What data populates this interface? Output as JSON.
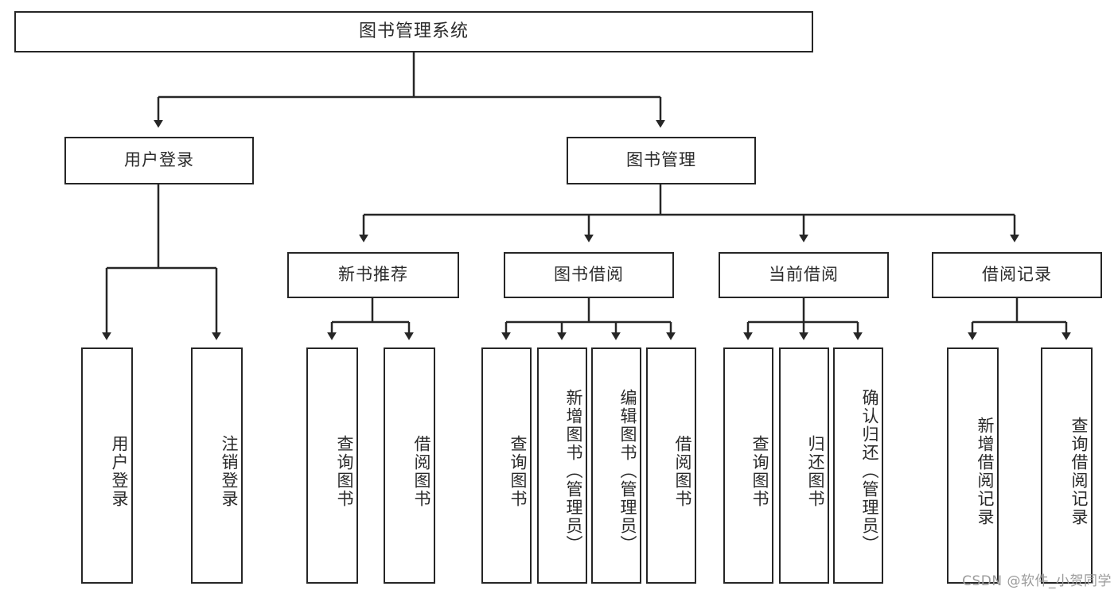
{
  "diagram": {
    "type": "tree",
    "title": "图书管理系统",
    "watermark": "CSDN @软件_小贺同学",
    "colors": {
      "box_border": "#262626",
      "box_fill": "#ffffff",
      "connector": "#262626",
      "text": "#2b2b2b",
      "watermark": "#9b9b9b",
      "background": "#ffffff"
    },
    "nodes": {
      "root": {
        "label": "图书管理系统",
        "level": 0,
        "orientation": "horizontal"
      },
      "n_user_login": {
        "label": "用户登录",
        "level": 1,
        "orientation": "horizontal"
      },
      "n_book_manage": {
        "label": "图书管理",
        "level": 1,
        "orientation": "horizontal"
      },
      "n_new_book_rec": {
        "label": "新书推荐",
        "level": 2,
        "orientation": "horizontal"
      },
      "n_book_borrow": {
        "label": "图书借阅",
        "level": 2,
        "orientation": "horizontal"
      },
      "n_current_borrow": {
        "label": "当前借阅",
        "level": 2,
        "orientation": "horizontal"
      },
      "n_borrow_record": {
        "label": "借阅记录",
        "level": 2,
        "orientation": "horizontal"
      },
      "leaf_user_login": {
        "label": "用户登录",
        "level": 3,
        "orientation": "vertical"
      },
      "leaf_logout": {
        "label": "注销登录",
        "level": 3,
        "orientation": "vertical"
      },
      "leaf_query_book_1": {
        "label": "查询图书",
        "level": 3,
        "orientation": "vertical"
      },
      "leaf_borrow_book_1": {
        "label": "借阅图书",
        "level": 3,
        "orientation": "vertical"
      },
      "leaf_query_book_2": {
        "label": "查询图书",
        "level": 3,
        "orientation": "vertical"
      },
      "leaf_add_book": {
        "label": "新增图书（管理员）",
        "level": 3,
        "orientation": "vertical"
      },
      "leaf_edit_book": {
        "label": "编辑图书（管理员）",
        "level": 3,
        "orientation": "vertical"
      },
      "leaf_borrow_book_2": {
        "label": "借阅图书",
        "level": 3,
        "orientation": "vertical"
      },
      "leaf_query_book_3": {
        "label": "查询图书",
        "level": 3,
        "orientation": "vertical"
      },
      "leaf_return_book": {
        "label": "归还图书",
        "level": 3,
        "orientation": "vertical"
      },
      "leaf_confirm_return": {
        "label": "确认归还（管理员）",
        "level": 3,
        "orientation": "vertical"
      },
      "leaf_add_record": {
        "label": "新增借阅记录",
        "level": 3,
        "orientation": "vertical"
      },
      "leaf_query_record": {
        "label": "查询借阅记录",
        "level": 3,
        "orientation": "vertical"
      }
    },
    "edges": [
      {
        "from": "root",
        "to": "n_user_login"
      },
      {
        "from": "root",
        "to": "n_book_manage"
      },
      {
        "from": "n_user_login",
        "to": "leaf_user_login"
      },
      {
        "from": "n_user_login",
        "to": "leaf_logout"
      },
      {
        "from": "n_book_manage",
        "to": "n_new_book_rec"
      },
      {
        "from": "n_book_manage",
        "to": "n_book_borrow"
      },
      {
        "from": "n_book_manage",
        "to": "n_current_borrow"
      },
      {
        "from": "n_book_manage",
        "to": "n_borrow_record"
      },
      {
        "from": "n_new_book_rec",
        "to": "leaf_query_book_1"
      },
      {
        "from": "n_new_book_rec",
        "to": "leaf_borrow_book_1"
      },
      {
        "from": "n_book_borrow",
        "to": "leaf_query_book_2"
      },
      {
        "from": "n_book_borrow",
        "to": "leaf_add_book"
      },
      {
        "from": "n_book_borrow",
        "to": "leaf_edit_book"
      },
      {
        "from": "n_book_borrow",
        "to": "leaf_borrow_book_2"
      },
      {
        "from": "n_current_borrow",
        "to": "leaf_query_book_3"
      },
      {
        "from": "n_current_borrow",
        "to": "leaf_return_book"
      },
      {
        "from": "n_current_borrow",
        "to": "leaf_confirm_return"
      },
      {
        "from": "n_borrow_record",
        "to": "leaf_add_record"
      },
      {
        "from": "n_borrow_record",
        "to": "leaf_query_record"
      }
    ]
  }
}
